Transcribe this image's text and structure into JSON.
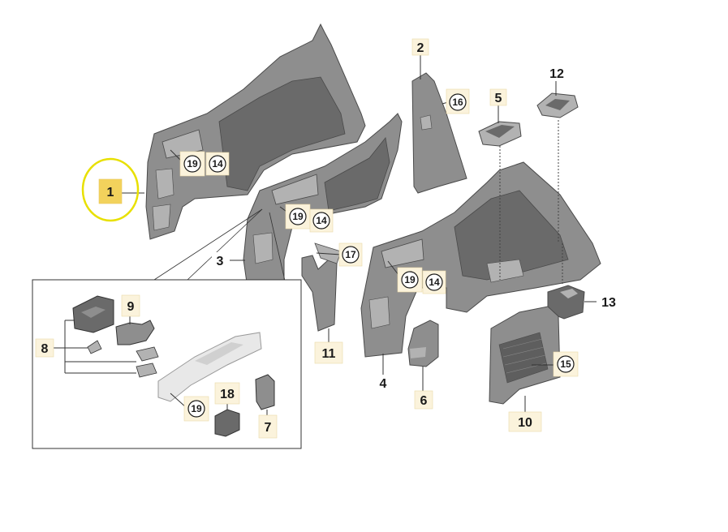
{
  "colors": {
    "part_fill": "#8e8e8e",
    "part_dark": "#6a6a6a",
    "part_light": "#b2b2b2",
    "outline": "#4a4a4a",
    "label_bg": "#fbf3dc",
    "label_border": "#e9d9a8",
    "highlight_fill": "#f2d25c",
    "highlight_ring": "#e8e000",
    "leader": "#333333"
  },
  "labels": {
    "l1": "1",
    "l2": "2",
    "l3": "3",
    "l4": "4",
    "l5": "5",
    "l6": "6",
    "l7": "7",
    "l8": "8",
    "l9": "9",
    "l10": "10",
    "l11": "11",
    "l12": "12",
    "l13": "13",
    "l14a": "14",
    "l14b": "14",
    "l14c": "14",
    "l15": "15",
    "l16": "16",
    "l17": "17",
    "l18": "18",
    "l19a": "19",
    "l19b": "19",
    "l19c": "19",
    "l19d": "19"
  }
}
